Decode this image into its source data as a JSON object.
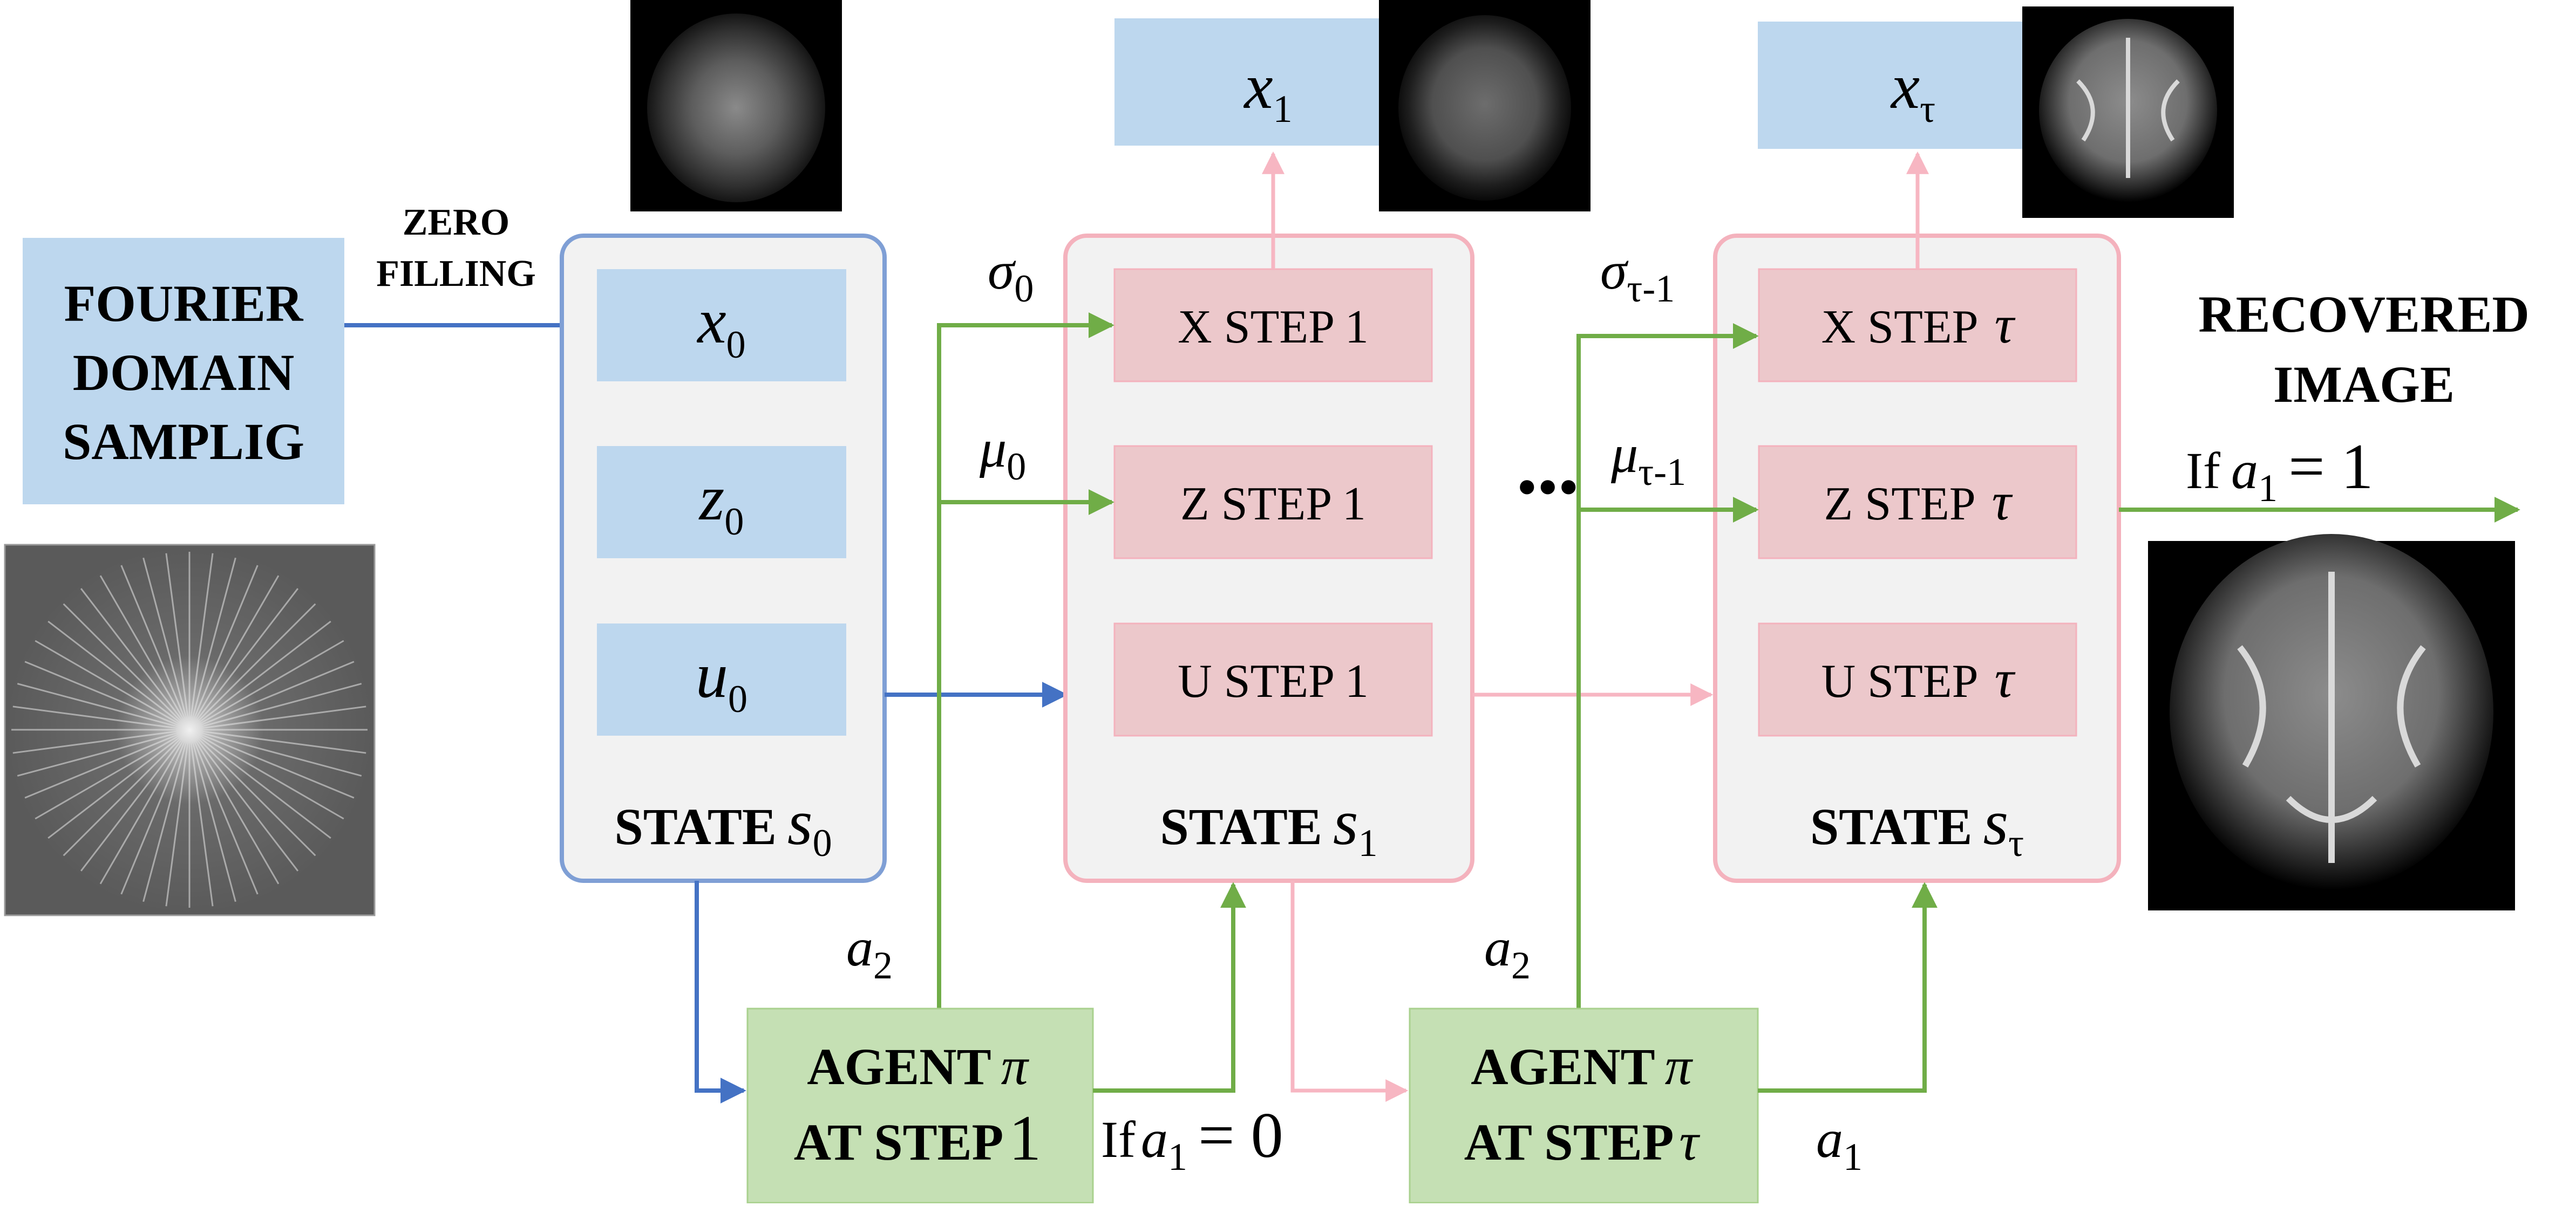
{
  "colors": {
    "blue_fill": "#bdd7ee",
    "blue_border": "#7f9fd5",
    "pink_fill": "#ecc8cb",
    "pink_border": "#f4b2bd",
    "state_bg": "#f2f2f2",
    "green_fill": "#c5e0b4",
    "green_line": "#70ad47",
    "blue_line": "#4472c4",
    "pink_line": "#f7b6c2"
  },
  "input": {
    "line1": "FOURIER",
    "line2": "DOMAIN",
    "line3": "SAMPLIG",
    "zf_line1": "ZERO",
    "zf_line2": "FILLING"
  },
  "state0": {
    "x_var": "x",
    "x_sub": "0",
    "z_var": "z",
    "z_sub": "0",
    "u_var": "u",
    "u_sub": "0",
    "label": "STATE",
    "s_var": "s",
    "s_sub": "0"
  },
  "state1": {
    "x_step": "X STEP 1",
    "z_step": "Z STEP 1",
    "u_step": "U STEP 1",
    "label": "STATE",
    "s_var": "s",
    "s_sub": "1",
    "out_var": "x",
    "out_sub": "1",
    "sigma": "σ",
    "sigma_sub": "0",
    "mu": "μ",
    "mu_sub": "0"
  },
  "ellipsis": "•••",
  "stateT": {
    "x_step": "X STEP",
    "z_step": "Z STEP",
    "u_step": "U STEP",
    "tau": "τ",
    "label": "STATE",
    "s_var": "s",
    "s_sub": "τ",
    "out_var": "x",
    "out_sub": "τ",
    "sigma": "σ",
    "sigma_sub": "τ-1",
    "mu": "μ",
    "mu_sub": "τ-1"
  },
  "agent1": {
    "line1": "AGENT",
    "pi": "π",
    "line2": "AT STEP",
    "step": "1"
  },
  "agentT": {
    "line1": "AGENT",
    "pi": "π",
    "line2": "AT STEP",
    "step": "τ"
  },
  "actions": {
    "a_var": "a",
    "a2_sub": "2",
    "a1_sub": "1",
    "if_word": "If",
    "eq_zero": "= 0",
    "eq_one": "= 1"
  },
  "output": {
    "line1": "RECOVERED",
    "line2": "IMAGE"
  }
}
